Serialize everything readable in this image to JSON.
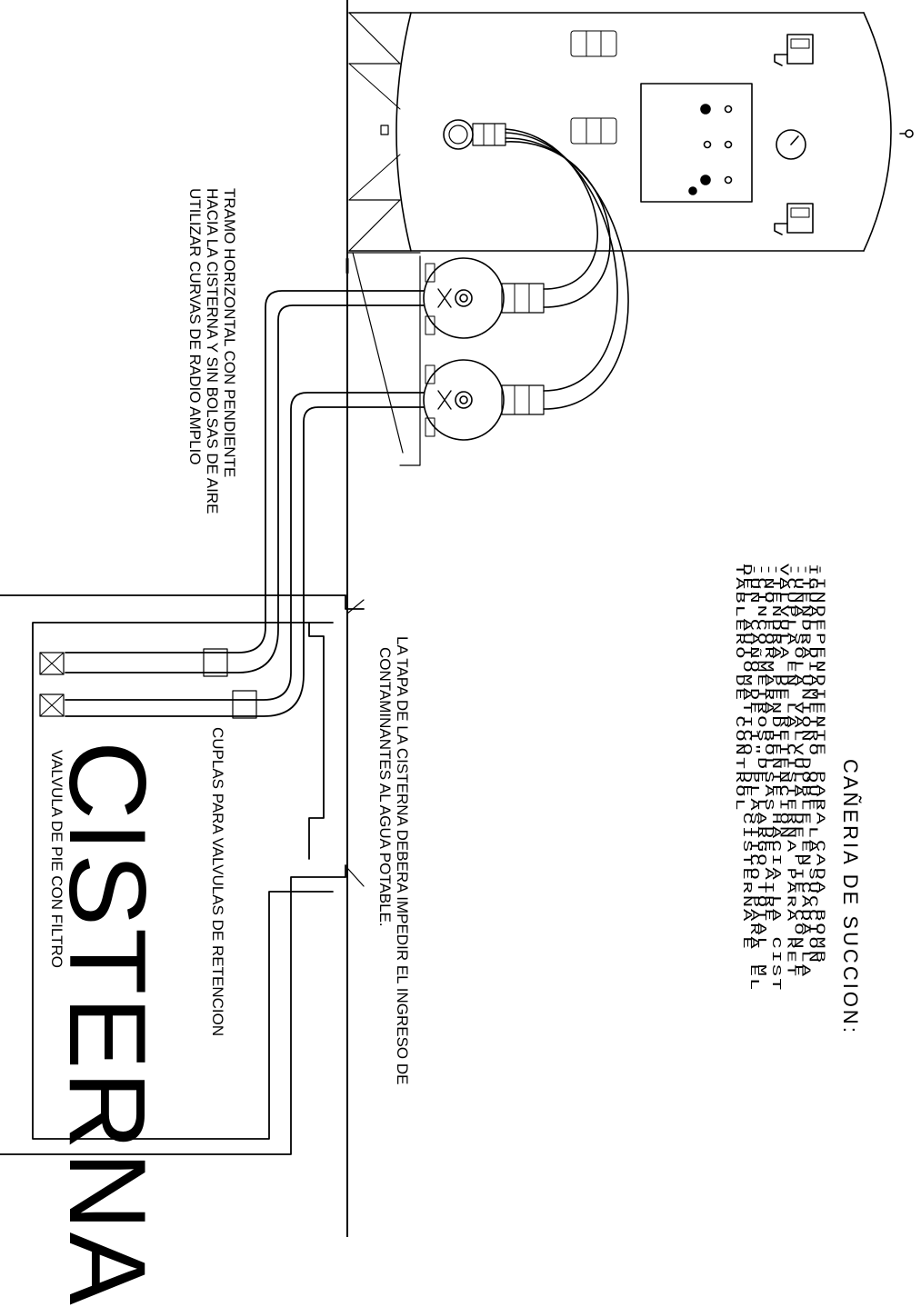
{
  "labels": {
    "tramo": [
      "TRAMO HORIZONTAL CON PENDIENTE",
      "HACIA LA CISTERNA Y SIN BOLSAS DE AIRE",
      "UTILIZAR CURVAS DE RADIO AMPLIO"
    ],
    "tapa": [
      "LA TAPA DE LA CISTERNA DEBERA IMPEDIR EL INGRESO DE",
      "CONTAMINANTES AL AGUA POTABLE."
    ],
    "cuplas": "CUPLAS PARA VALVULAS DE RETENCION",
    "cisterna": "CISTERNA",
    "valvula_pie": "VALVULA DE PIE CON FILTRO"
  },
  "spec": {
    "title": "CAÑERIA DE SUCCION:",
    "lines": [
      "-INDEPENDIENTE PARA CADA BOMB",
      "IGUAL DIAMETRO QUE LA SUCCION",
      "-TENDRA UNION DOBLE EN CADA LA",
      "-UNA SOLA VALVULA DE PIE CON F",
      "-CUPLA EN LA CISTERNA PARA RET",
      "VALVULA DE RETENCION",
      "-TENDRA PENDIENTE HACIA LA CIST",
      "-NO FORMARA BOLSAS DE AIRE",
      "-CINCO METROS DE LARGO TOTAL M",
      "-UN CAÑO DE 1\" PLASTICO PARA EL",
      "DEL AUTOMATICO DE CISTERNA E",
      "TABLERO DE CONTROL"
    ]
  }
}
